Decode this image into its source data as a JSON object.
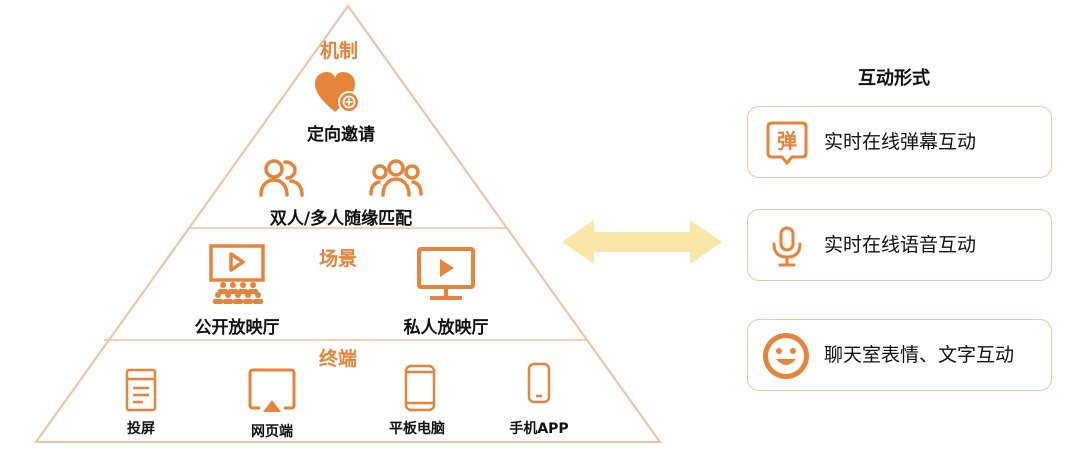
{
  "pyramid": {
    "sections": {
      "mechanism": "机制",
      "scene": "场景",
      "terminal": "终端"
    },
    "mechanism_items": {
      "invite": "定向邀请",
      "match": "双人/多人随缘匹配"
    },
    "scene_items": {
      "public": "公开放映厅",
      "private": "私人放映厅"
    },
    "terminal_items": {
      "cast": "投屏",
      "web": "网页端",
      "tablet": "平板电脑",
      "phone": "手机APP"
    }
  },
  "interaction": {
    "title": "互动形式",
    "cards": [
      {
        "label": "实时在线弹幕互动",
        "icon": "danmaku-icon"
      },
      {
        "label": "实时在线语音互动",
        "icon": "microphone-icon"
      },
      {
        "label": "聊天室表情、文字互动",
        "icon": "smiley-icon"
      }
    ]
  },
  "colors": {
    "accent": "#e8833a",
    "arrow": "#f8e7a6",
    "card_border": "#f0c6a4"
  }
}
